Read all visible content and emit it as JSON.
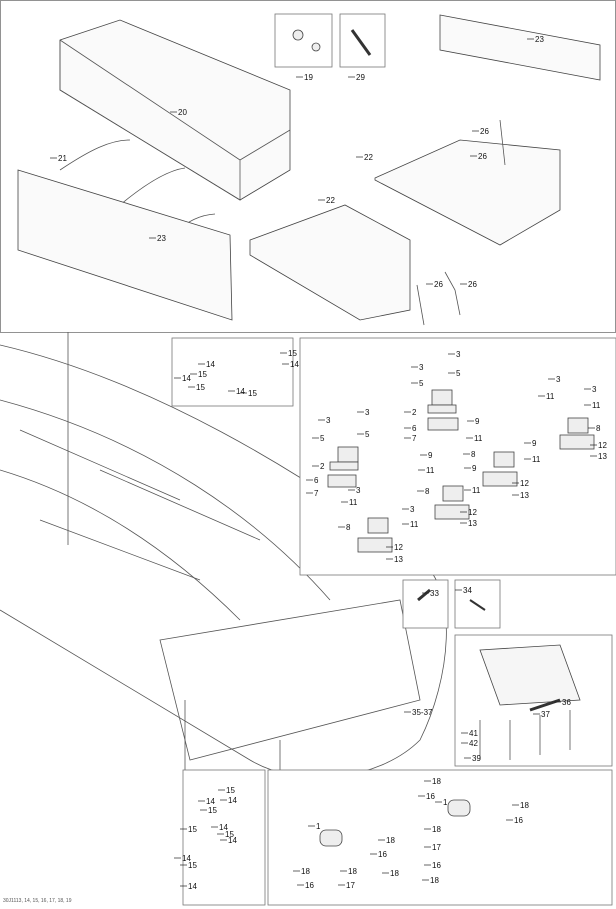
{
  "diagram": {
    "reference_code": "30J1113, 14, 15, 16, 17, 18, 19",
    "callouts": [
      "19",
      "29",
      "23",
      "20",
      "21",
      "23",
      "22",
      "26",
      "26",
      "22",
      "26",
      "26",
      "15",
      "14",
      "14",
      "15",
      "14",
      "15",
      "14",
      "15",
      "3",
      "3",
      "5",
      "5",
      "2",
      "6",
      "7",
      "3",
      "3",
      "5",
      "5",
      "2",
      "6",
      "7",
      "3",
      "3",
      "11",
      "11",
      "8",
      "12",
      "13",
      "9",
      "9",
      "11",
      "11",
      "8",
      "12",
      "13",
      "9",
      "9",
      "11",
      "11",
      "8",
      "12",
      "13",
      "3",
      "3",
      "11",
      "11",
      "8",
      "12",
      "13",
      "33",
      "34",
      "36",
      "37",
      "41",
      "42",
      "39",
      "35-37",
      "15",
      "14",
      "14",
      "15",
      "14",
      "15",
      "14",
      "15",
      "14",
      "15",
      "14",
      "1",
      "1",
      "18",
      "16",
      "18",
      "16",
      "18",
      "17",
      "18",
      "16",
      "18",
      "16",
      "18",
      "17",
      "18",
      "16",
      "18",
      "16"
    ]
  }
}
